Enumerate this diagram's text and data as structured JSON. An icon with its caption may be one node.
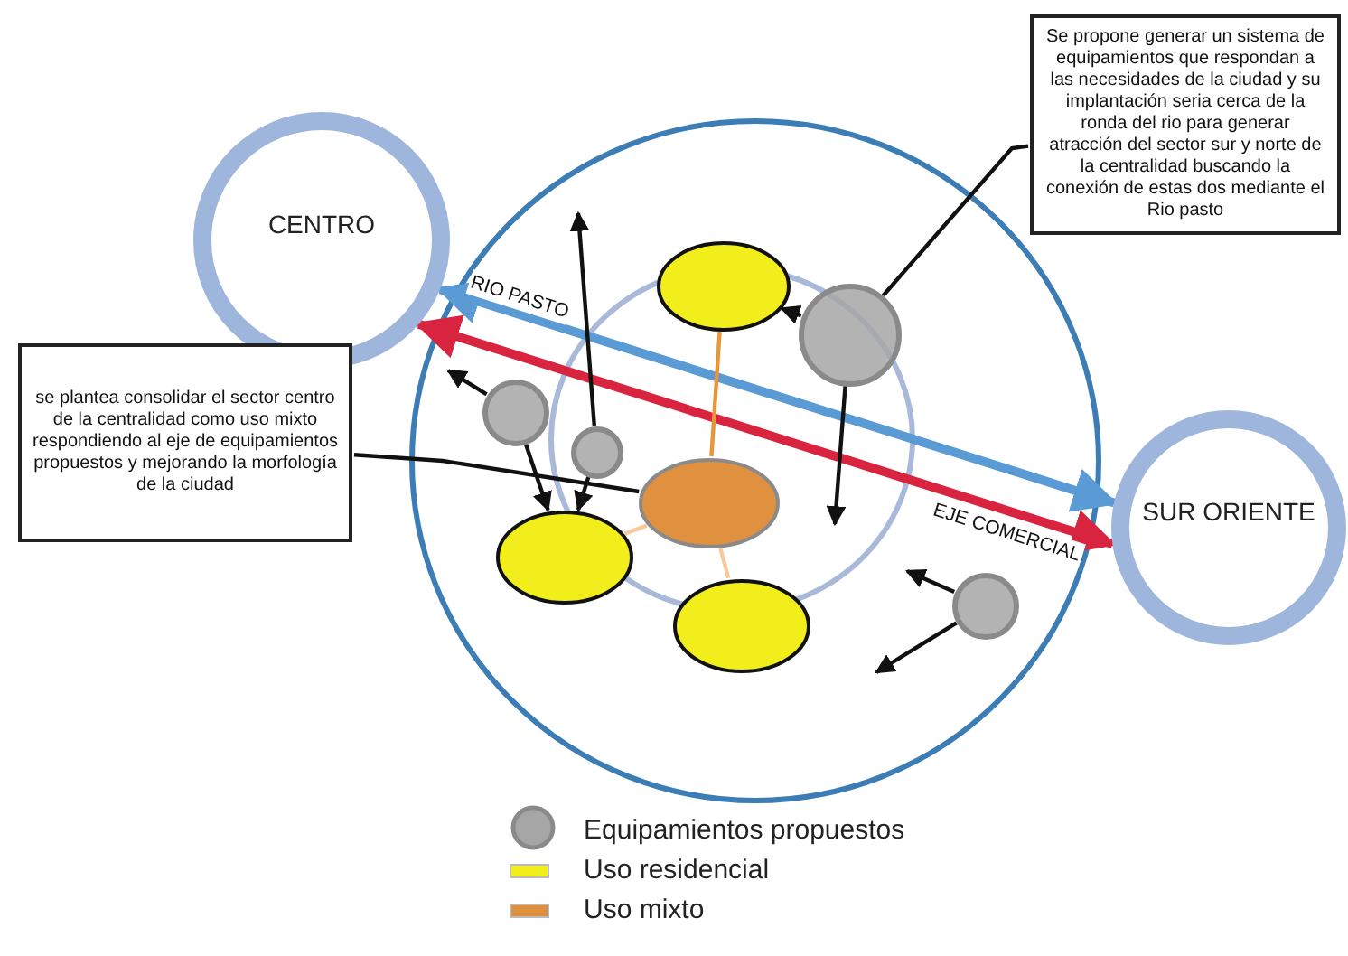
{
  "diagram": {
    "nodes": [
      {
        "text": [
          "Se propone generar un sistema de equipamientos que respondan a las necesidades de la ciudad y su implantación seria cerca de la ronda del rio para generar atracción del sector sur y norte de la centralidad buscando la conexión de estas dos mediante el Rio pasto"
        ]
      },
      {
        "text": [
          "CENTRO"
        ]
      },
      {
        "text": [
          "se plantea consolidar el sector centro de la centralidad como uso mixto respondiendo al eje de equipamientos propuestos y mejorando la morfología de la ciudad"
        ]
      },
      {
        "text": [],
        "shape": "circle"
      },
      {
        "text": [],
        "shape": "circle"
      },
      {
        "text": [],
        "shape": "ellipse"
      },
      {
        "text": [],
        "shape": "circle"
      },
      {
        "text": [],
        "shape": "ellipse"
      },
      {
        "text": [],
        "shape": "circle"
      },
      {
        "text": [],
        "shape": "ellipse"
      },
      {
        "text": [],
        "shape": "ellipse"
      },
      {
        "text": [
          "SUR ORIENTE"
        ]
      }
    ],
    "edges": [
      {
        "from": 1,
        "to": 11,
        "arrow": "both",
        "label": "RIO PASTO",
        "style": "thick",
        "color": "#5b9bd5"
      },
      {
        "from": 1,
        "to": 11,
        "arrow": "both",
        "label": "EJE COMERCIAL",
        "style": "thick",
        "color": "#d9243f"
      },
      {
        "from": 3,
        "to": null,
        "arrow": "to"
      },
      {
        "from": 3,
        "to": 9,
        "arrow": "to"
      },
      {
        "from": 4,
        "to": null,
        "arrow": "to"
      },
      {
        "from": 4,
        "to": 9,
        "arrow": "to"
      },
      {
        "from": 6,
        "to": 5,
        "arrow": "to"
      },
      {
        "from": 6,
        "to": null,
        "arrow": "to"
      },
      {
        "from": 8,
        "to": null,
        "arrow": "to"
      },
      {
        "from": 8,
        "to": null,
        "arrow": "to"
      },
      {
        "from": 7,
        "to": 5,
        "arrow": "none",
        "color": "#e8963a"
      },
      {
        "from": 7,
        "to": 9,
        "arrow": "none",
        "color": "#f7c99b"
      },
      {
        "from": 7,
        "to": 10,
        "arrow": "none",
        "color": "#f7c99b"
      },
      {
        "from": 2,
        "to": 7,
        "arrow": "none"
      },
      {
        "from": 0,
        "to": 6,
        "arrow": "none"
      }
    ],
    "legend": [
      {
        "text": "Equipamientos propuestos"
      },
      {
        "text": "Uso residencial",
        "color": "#f2ee1c"
      },
      {
        "text": "Uso mixto",
        "color": "#e0913f"
      }
    ]
  }
}
